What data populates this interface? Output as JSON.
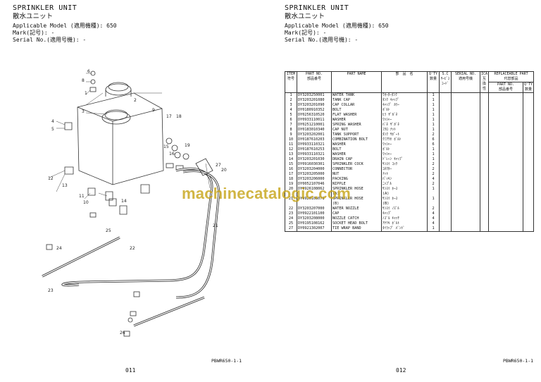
{
  "header": {
    "title": "SPRINKLER UNIT",
    "subtitle": "散水ユニット",
    "model": "Applicable Model (適用機種): 650",
    "mark": "Mark(記号): -",
    "serial": "Serial No.(適用号機): -"
  },
  "left_page": {
    "code": "PBWR650-1-1",
    "number": "011"
  },
  "right_page": {
    "code": "PBWR650-1-1",
    "number": "012"
  },
  "watermark": "machinecatalogic.com",
  "diagram": {
    "callouts": [
      "6",
      "8",
      "1",
      "2",
      "3",
      "4",
      "5",
      "9",
      "10",
      "11",
      "12",
      "13",
      "14",
      "15",
      "16",
      "17",
      "18",
      "19",
      "20",
      "21",
      "22",
      "23",
      "24",
      "25",
      "26",
      "27"
    ]
  },
  "table": {
    "headers": {
      "item": "ITEM\n符号",
      "part_no": "PART NO.\n部品番号",
      "part_name": "PART NAME",
      "jp_name": "部　品　名",
      "qty": "Q'TY\n数量",
      "sc": "S.C\nｻｰﾋﾞｽ\nｺｰﾄﾞ",
      "serial": "SERIAL NO.\n適用号機",
      "ica": "ICA\n互換性",
      "replaceable": "REPLACEABLE PART\n代替部品",
      "rep_part_no": "PART NO.\n部品番号",
      "rep_qty": "Q'TY\n数量"
    },
    "rows": [
      {
        "item": "1",
        "part_no": "DY3203250001",
        "name": "WATER TANK",
        "jp": "ｳｵｰﾀｰﾀﾝｸ",
        "qty": "1"
      },
      {
        "item": "2",
        "part_no": "DY3203201080",
        "name": "TANK CAP",
        "jp": "ﾀﾝｸ ｷｬｯﾌﾟ",
        "qty": "1"
      },
      {
        "item": "3",
        "part_no": "DY3203201090",
        "name": "CAP COLLAR",
        "jp": "ｷｬｯﾌﾟ ｶﾗｰ",
        "qty": "1"
      },
      {
        "item": "4",
        "part_no": "DY0180910352",
        "name": "BOLT",
        "jp": "ﾎﾞﾙﾄ",
        "qty": "1"
      },
      {
        "item": "5",
        "part_no": "DY0256310520",
        "name": "FLAT WASHER",
        "jp": "ﾋﾗ ｻﾞｶﾞﾈ",
        "qty": "1"
      },
      {
        "item": "6",
        "part_no": "DY0933110011",
        "name": "WASHER",
        "jp": "ﾜｯｼｬｰ",
        "qty": "1"
      },
      {
        "item": "7",
        "part_no": "DY0251210001",
        "name": "SPRING WASHER",
        "jp": "ﾊﾞﾈ ｻﾞｶﾞﾈ",
        "qty": "1"
      },
      {
        "item": "8",
        "part_no": "DY0183010340",
        "name": "CAP NUT",
        "jp": "ﾌｸﾛ ﾅｯﾄ",
        "qty": "1"
      },
      {
        "item": "9",
        "part_no": "DY3203202001",
        "name": "TANK SUPPORT",
        "jp": "ﾀﾝｸ ｻﾎﾟｰﾄ",
        "qty": "2"
      },
      {
        "item": "10",
        "part_no": "DY0187610203",
        "name": "COMBINATION BOLT",
        "jp": "ｸﾐｱﾜｾ ﾎﾞﾙﾄ",
        "qty": "6"
      },
      {
        "item": "11",
        "part_no": "DY0933110321",
        "name": "WASHER",
        "jp": "ﾜｯｼｬｰ",
        "qty": "6"
      },
      {
        "item": "12",
        "part_no": "DY0187610253",
        "name": "BOLT",
        "jp": "ﾎﾞﾙﾄ",
        "qty": "1"
      },
      {
        "item": "13",
        "part_no": "DY0933110321",
        "name": "WASHER",
        "jp": "ﾜｯｼｬｰ",
        "qty": "1"
      },
      {
        "item": "14",
        "part_no": "DY3203201030",
        "name": "DRAIN CAP",
        "jp": "ﾄﾞﾚｰﾝ ｷｬｯﾌﾟ",
        "qty": "1"
      },
      {
        "item": "15",
        "part_no": "DY0916030301",
        "name": "SPRINKLER COCK",
        "jp": "ｻﾝｽｲ ｺｯｸ",
        "qty": "2"
      },
      {
        "item": "16",
        "part_no": "DY3203204000",
        "name": "CONNECTOR",
        "jp": "ｺﾈｸﾀｰ",
        "qty": "2"
      },
      {
        "item": "17",
        "part_no": "DY3203205000",
        "name": "NUT",
        "jp": "ﾅｯﾄ",
        "qty": "2"
      },
      {
        "item": "18",
        "part_no": "DY3203206000",
        "name": "PACKING",
        "jp": "ﾊﾟｯｷﾝ",
        "qty": "4"
      },
      {
        "item": "19",
        "part_no": "DY0052107046",
        "name": "NIPPLE",
        "jp": "ﾆｯﾌﾟﾙ",
        "qty": "2"
      },
      {
        "item": "20",
        "part_no": "DY0926108062",
        "name": "SPRINKLER HOSE",
        "jp": "ｻﾝｽｲ ﾎｰｽ",
        "qty": "1"
      },
      {
        "item": "",
        "part_no": "",
        "name": "(A)",
        "jp": "(A)",
        "qty": ""
      },
      {
        "item": "21",
        "part_no": "DY0926108071",
        "name": "SPRINKLER HOSE",
        "jp": "ｻﾝｽｲ ﾎｰｽ",
        "qty": "1"
      },
      {
        "item": "",
        "part_no": "",
        "name": "(B)",
        "jp": "(B)",
        "qty": ""
      },
      {
        "item": "22",
        "part_no": "DY3203207000",
        "name": "WATER NOZZLE",
        "jp": "ｻﾝｽｲ ﾉｽﾞﾙ",
        "qty": "2"
      },
      {
        "item": "23",
        "part_no": "DY0922101100",
        "name": "CAP",
        "jp": "ｷｬｯﾌﾟ",
        "qty": "4"
      },
      {
        "item": "24",
        "part_no": "DY3203208000",
        "name": "NOZZLE CATCH",
        "jp": "ﾉｽﾞﾙ ｷｬｯﾁ",
        "qty": "4"
      },
      {
        "item": "25",
        "part_no": "DY0195108162",
        "name": "SOCKET HEAD BOLT",
        "jp": "ｱﾅﾂｷ ﾎﾞﾙﾄ",
        "qty": "4"
      },
      {
        "item": "27",
        "part_no": "DY0921302007",
        "name": "TIE WRAP BAND",
        "jp": "ﾀｲﾗｯﾌﾟ ﾊﾞﾝﾄﾞ",
        "qty": "1"
      }
    ]
  }
}
